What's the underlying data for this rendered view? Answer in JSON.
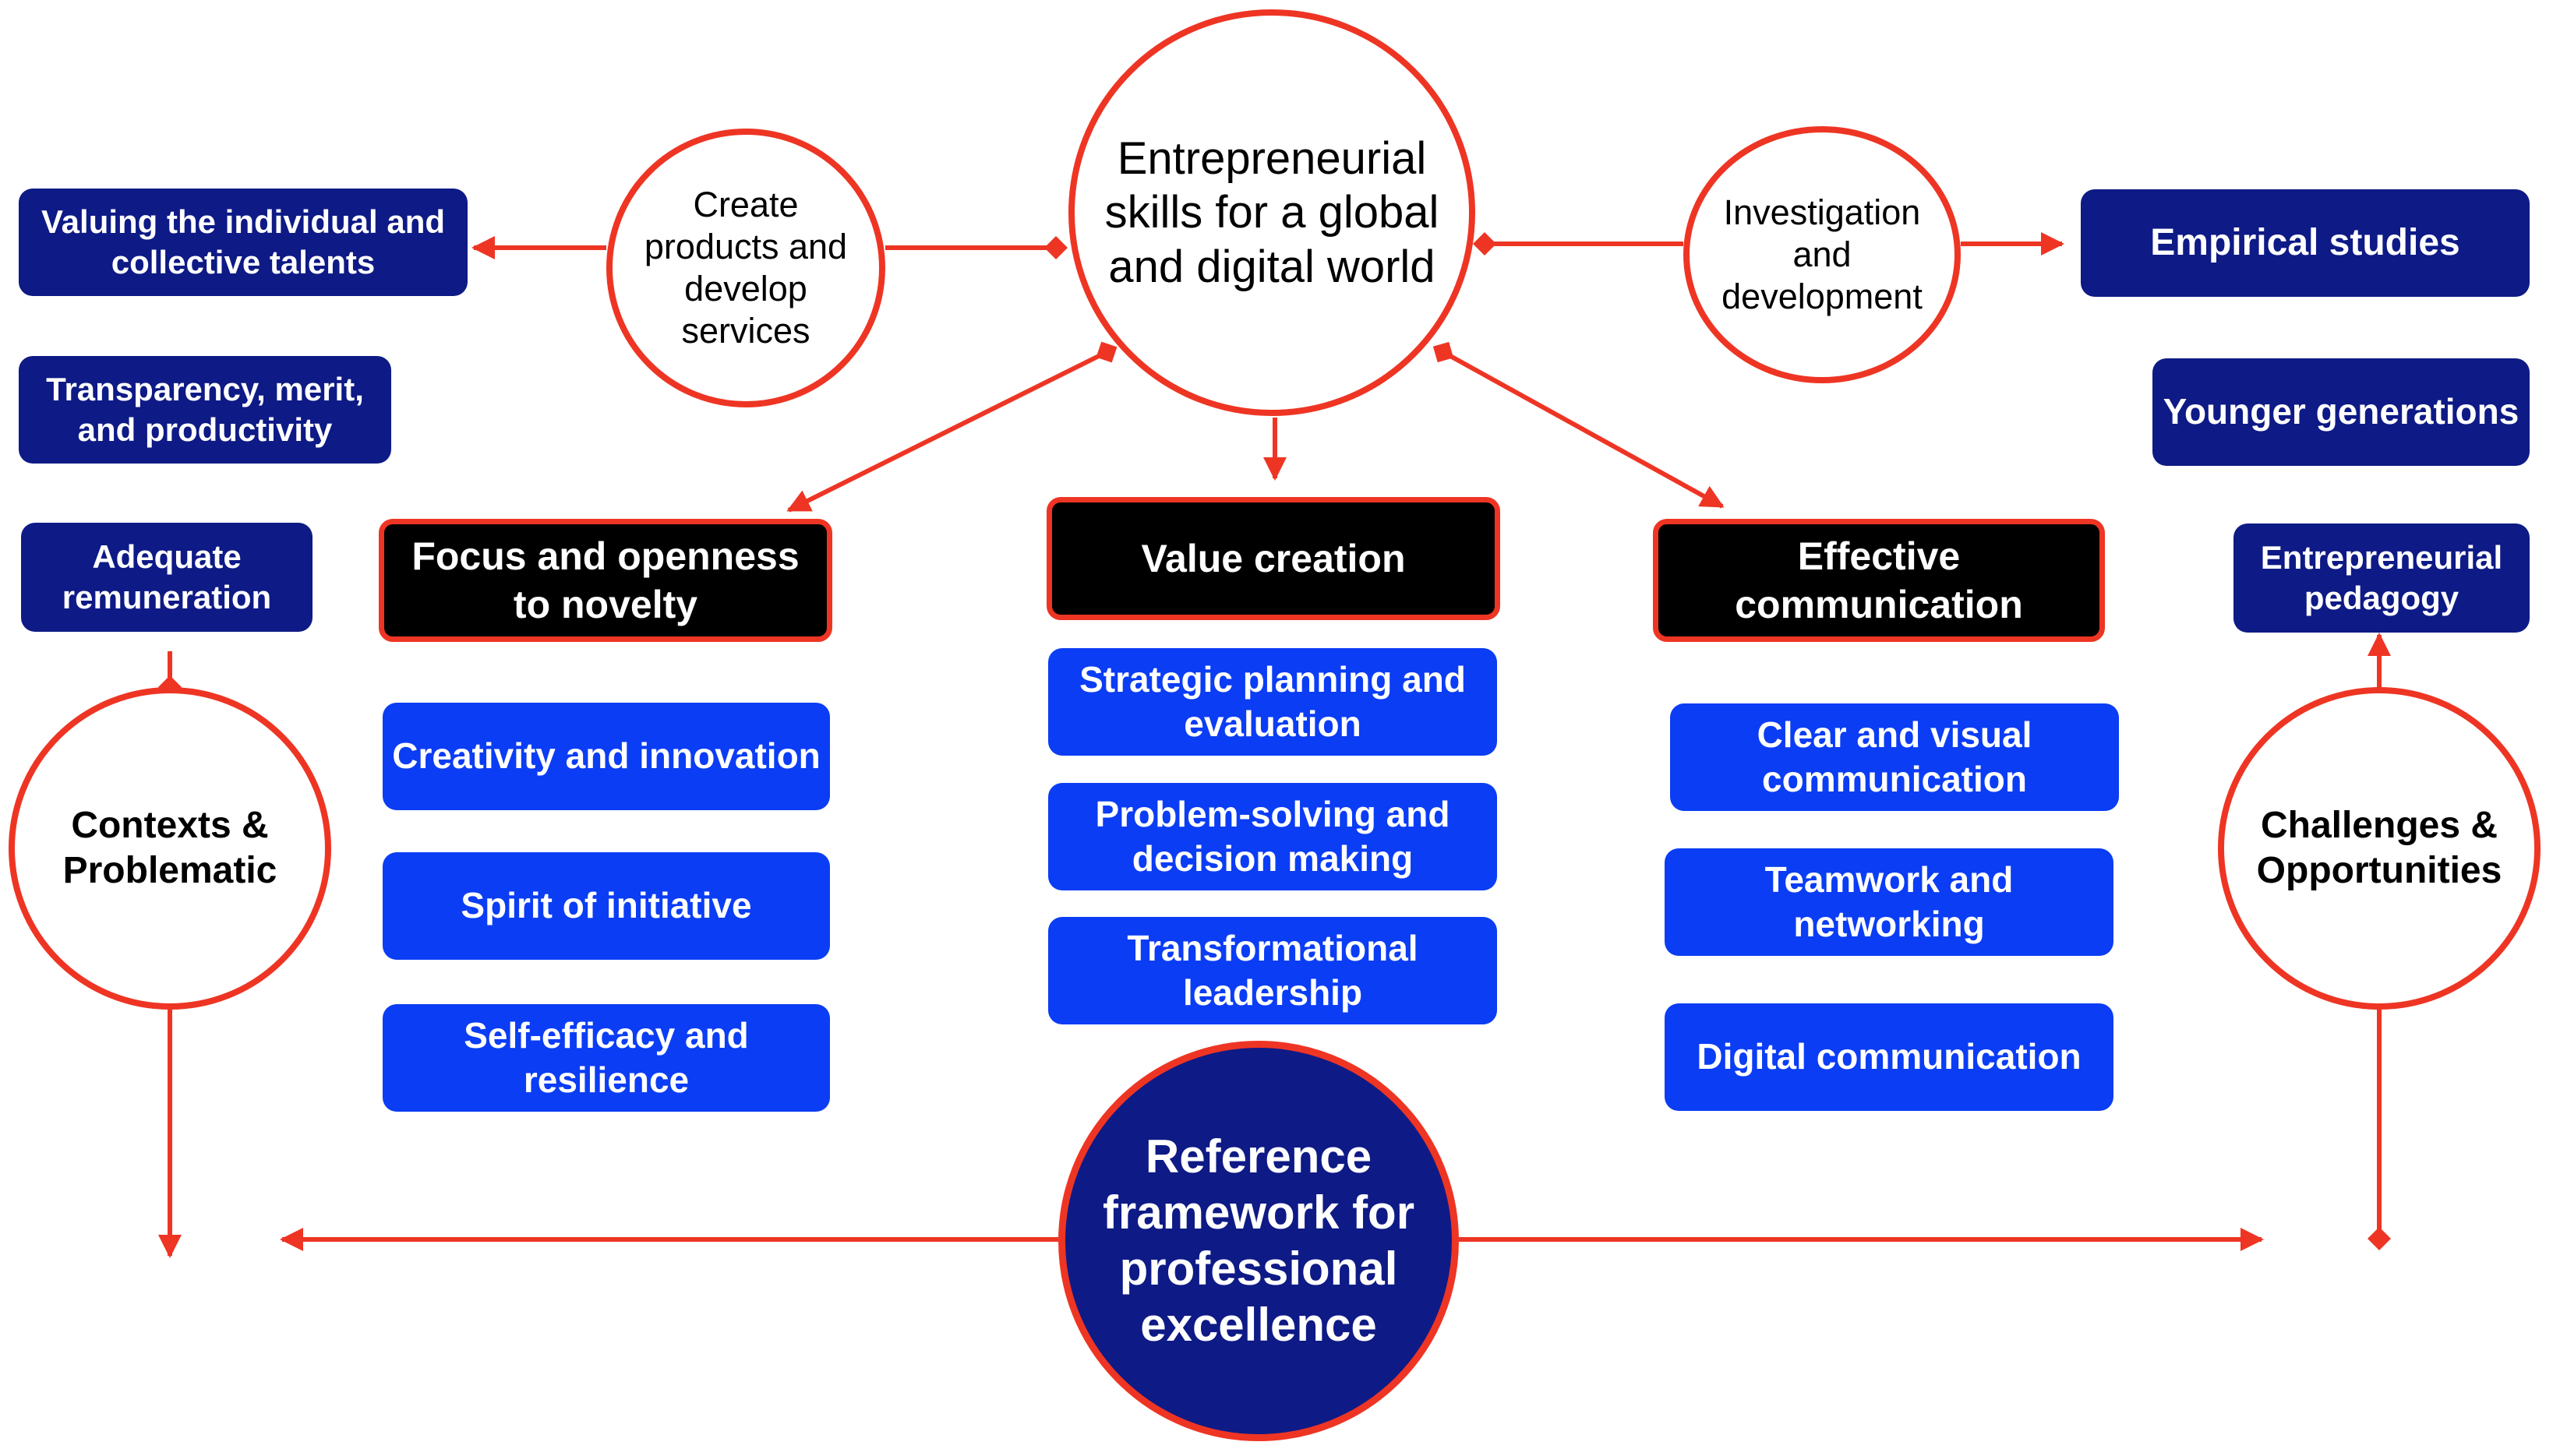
{
  "colors": {
    "accent": "#ee3524",
    "navy": "#0e1a85",
    "blue": "#0b3df5",
    "black": "#000000"
  },
  "center": {
    "title": "Entrepreneurial skills for a global and digital world"
  },
  "left_hub": {
    "label": "Create products and develop services"
  },
  "right_hub": {
    "label": "Investigation and development"
  },
  "left_items": [
    {
      "label": "Valuing the individual and collective talents"
    },
    {
      "label": "Transparency, merit, and productivity"
    },
    {
      "label": "Adequate remuneration"
    }
  ],
  "right_items": [
    {
      "label": "Empirical studies"
    },
    {
      "label": "Younger generations"
    },
    {
      "label": "Entrepreneurial pedagogy"
    }
  ],
  "contexts": {
    "label": "Contexts & Problematic"
  },
  "challenges": {
    "label": "Challenges & Opportunities"
  },
  "columns": [
    {
      "header": "Focus and openness to novelty",
      "items": [
        "Creativity and innovation",
        "Spirit of initiative",
        "Self-efficacy and resilience"
      ]
    },
    {
      "header": "Value creation",
      "items": [
        "Strategic planning and evaluation",
        "Problem-solving and decision making",
        "Transformational leadership"
      ]
    },
    {
      "header": "Effective communication",
      "items": [
        "Clear and visual communication",
        "Teamwork and networking",
        "Digital communication"
      ]
    }
  ],
  "framework": {
    "label": "Reference framework for professional excellence"
  }
}
